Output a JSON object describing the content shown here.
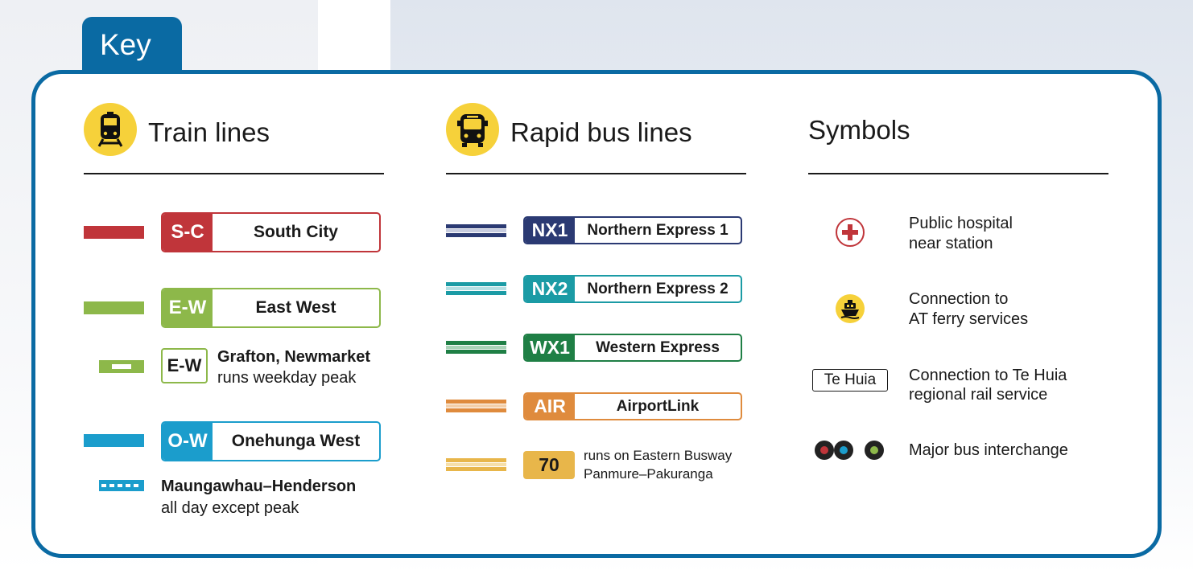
{
  "key_title": "Key",
  "colors": {
    "frame": "#0a6aa3",
    "south_city": "#c0353a",
    "east_west": "#8db84a",
    "onehunga_west": "#1b9dcc",
    "nx1": "#2b3a73",
    "nx2": "#1b9ba5",
    "wx1": "#1f7f45",
    "air": "#df8b3d",
    "bus70": "#e8b64a"
  },
  "train": {
    "heading": "Train lines",
    "icon": "train-icon",
    "lines": [
      {
        "code": "S-C",
        "name": "South City"
      },
      {
        "code": "E-W",
        "name": "East West"
      },
      {
        "code": "O-W",
        "name": "Onehunga West"
      }
    ],
    "ew_peak": {
      "code": "E-W",
      "line1": "Grafton, Newmarket",
      "line2": "runs weekday peak"
    },
    "mh": {
      "line1": "Maungawhau–Henderson",
      "line2": "all day except peak"
    }
  },
  "bus": {
    "heading": "Rapid bus lines",
    "icon": "bus-icon",
    "lines": [
      {
        "code": "NX1",
        "name": "Northern Express 1"
      },
      {
        "code": "NX2",
        "name": "Northern Express 2"
      },
      {
        "code": "WX1",
        "name": "Western Express"
      },
      {
        "code": "AIR",
        "name": "AirportLink"
      }
    ],
    "b70": {
      "code": "70",
      "line1": "runs on Eastern Busway",
      "line2": "Panmure–Pakuranga"
    }
  },
  "symbols": {
    "heading": "Symbols",
    "items": [
      {
        "icon": "hospital-cross-icon",
        "line1": "Public hospital",
        "line2": "near station"
      },
      {
        "icon": "ferry-icon",
        "line1": "Connection to",
        "line2": "AT ferry services"
      },
      {
        "icon": "te-huia-badge",
        "badge": "Te Huia",
        "line1": "Connection to Te Huia",
        "line2": "regional rail service"
      },
      {
        "icon": "bus-interchange-icon",
        "line1": "Major bus interchange",
        "line2": ""
      }
    ]
  }
}
